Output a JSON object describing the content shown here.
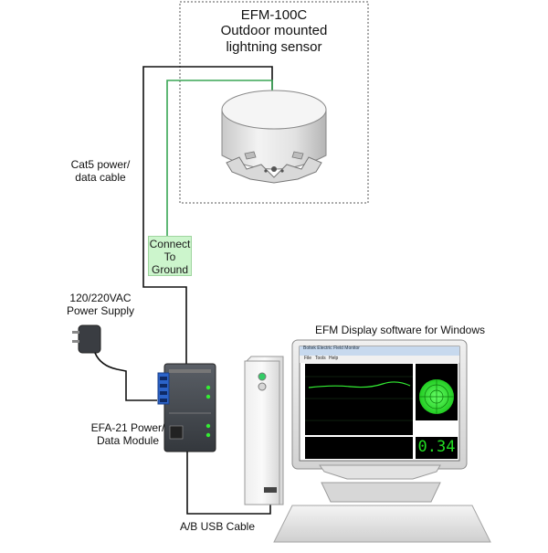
{
  "sensor": {
    "model": "EFM-100C",
    "line1": "Outdoor mounted",
    "line2": "lightning sensor"
  },
  "cable": {
    "line1": "Cat5 power/",
    "line2": "data cable"
  },
  "ground": {
    "line1": "Connect",
    "line2": "To",
    "line3": "Ground"
  },
  "power_supply": {
    "line1": "120/220VAC",
    "line2": "Power Supply"
  },
  "module": {
    "line1": "EFA-21 Power/",
    "line2": "Data Module"
  },
  "usb": {
    "label": "A/B USB Cable"
  },
  "software": {
    "caption": "EFM Display software for Windows",
    "window_title": "Boltek Electric Field Monitor",
    "menu": [
      "File",
      "Tools",
      "Help"
    ],
    "readout": "0.34"
  },
  "colors": {
    "ground_fill": "#ccf5cc",
    "green_wire": "#3aa655",
    "readout_green": "#22dd22",
    "radar_green": "#33ee33"
  }
}
